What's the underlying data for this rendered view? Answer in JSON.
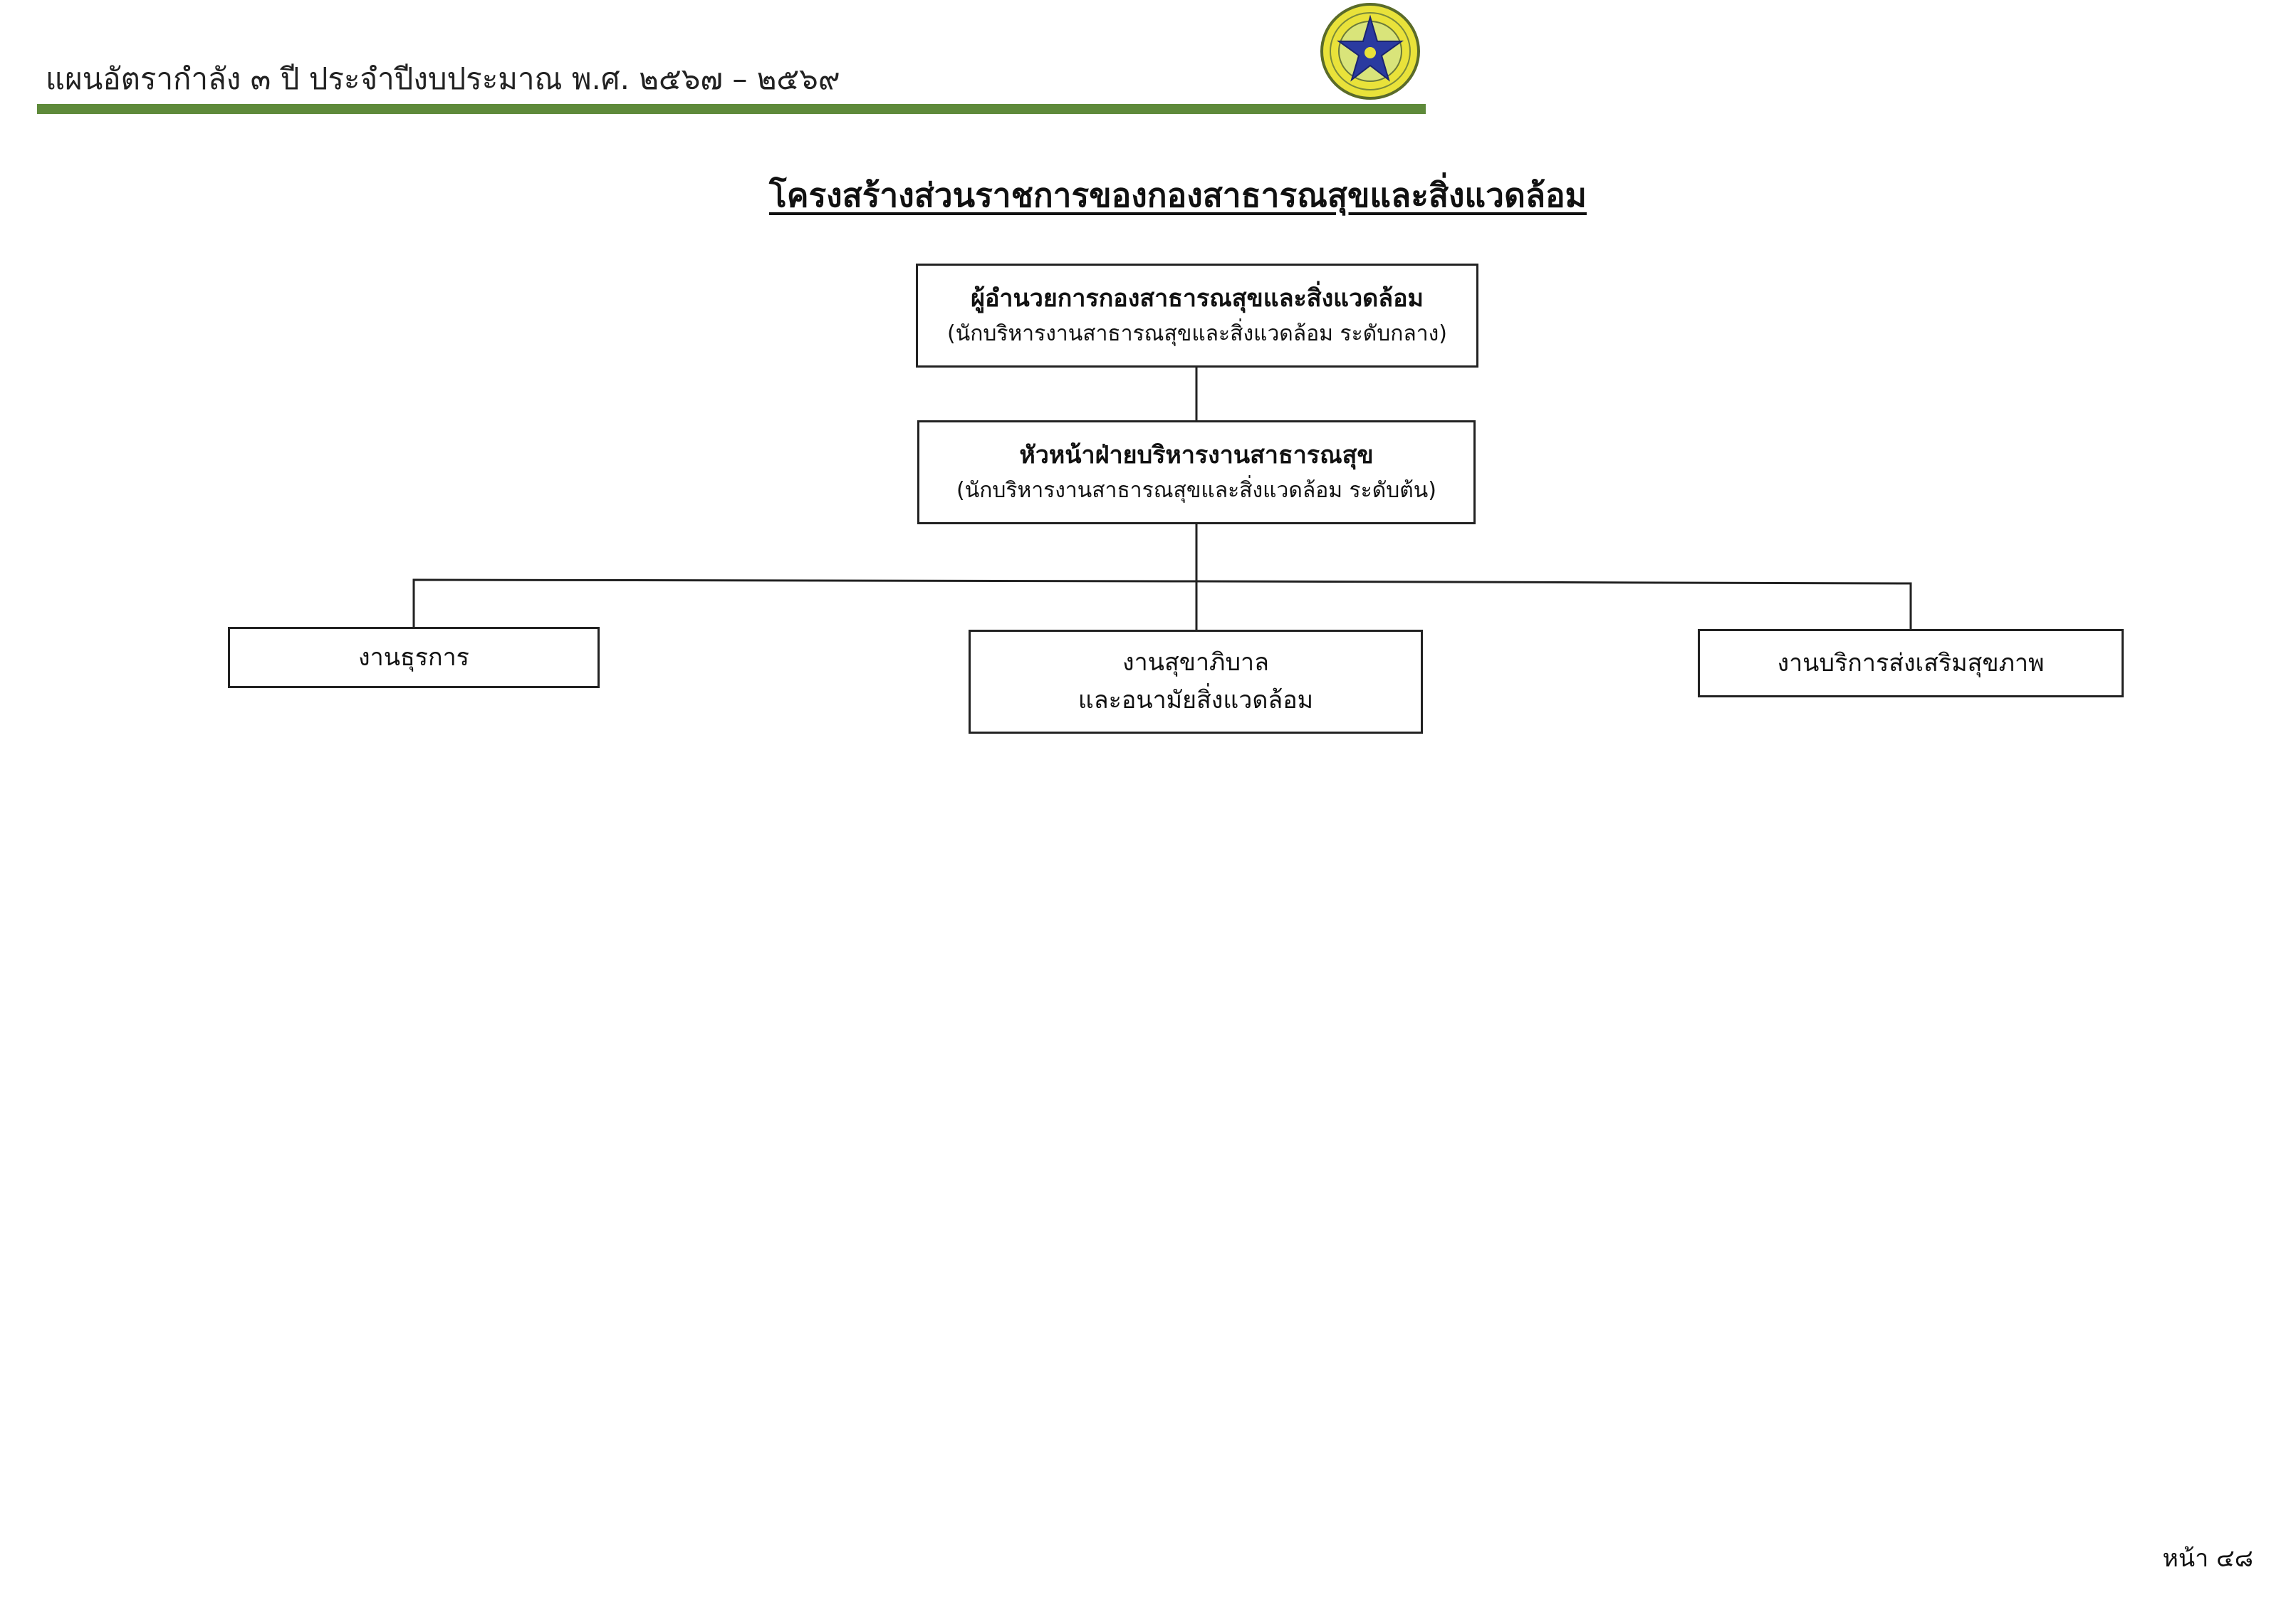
{
  "header": {
    "plan_title": "แผนอัตรากำลัง ๓ ปี ประจำปีงบประมาณ พ.ศ. ๒๕๖๗ – ๒๕๖๙",
    "accent_color": "#5e8a3a",
    "seal_icon": "municipal-seal-star-icon"
  },
  "diagram": {
    "title": "โครงสร้างส่วนราชการของกองสาธารณสุขและสิ่งแวดล้อม",
    "nodes": {
      "director": {
        "title": "ผู้อำนวยการกองสาธารณสุขและสิ่งแวดล้อม",
        "subtitle": "(นักบริหารงานสาธารณสุขและสิ่งแวดล้อม ระดับกลาง)"
      },
      "head": {
        "title": "หัวหน้าฝ่ายบริหารงานสาธารณสุข",
        "subtitle": "(นักบริหารงานสาธารณสุขและสิ่งแวดล้อม ระดับต้น)"
      },
      "admin": {
        "label": "งานธุรการ"
      },
      "sanitation": {
        "line1": "งานสุขาภิบาล",
        "line2": "และอนามัยสิ่งแวดล้อม"
      },
      "promotion": {
        "label": "งานบริการส่งเสริมสุขภาพ"
      }
    }
  },
  "footer": {
    "page_number": "หน้า ๔๘"
  }
}
